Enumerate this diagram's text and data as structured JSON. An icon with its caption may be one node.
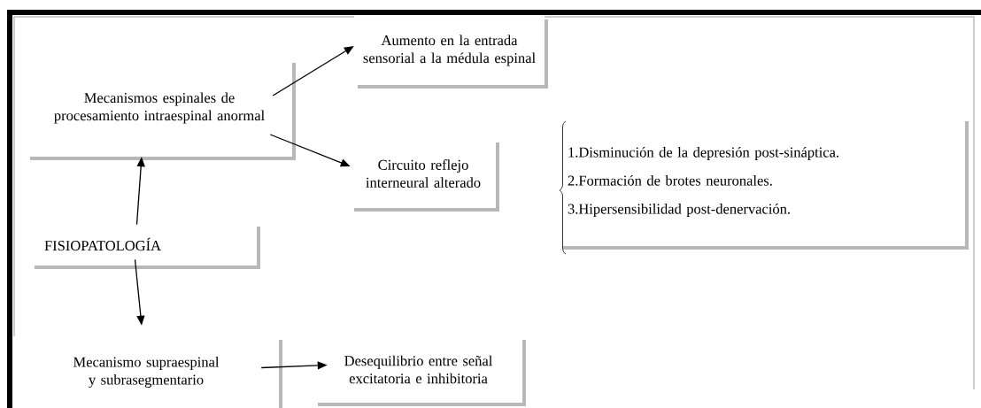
{
  "diagram": {
    "nodes": [
      {
        "text": [
          "Mecanismos espinales de procesamiento intraespinal anormal"
        ]
      },
      {
        "text": [
          "Aumento en la entrada sensorial a la médula espinal"
        ]
      },
      {
        "text": [
          "Circuito reflejo interneural alterado"
        ]
      },
      {
        "text": [
          "1.Disminución de la depresión post-sináptica.",
          "2.Formación de brotes neuronales.",
          "3.Hipersensibilidad post-denervación."
        ]
      },
      {
        "text": [
          "FISIOPATOLOGÍA"
        ]
      },
      {
        "text": [
          "Mecanismo supraespinal y subrasegmentario"
        ]
      },
      {
        "text": [
          "Desequilibrio entre señal excitatoria e inhibitoria"
        ]
      }
    ],
    "edges": [
      {
        "from": 0,
        "to": 1,
        "arrow": "to"
      },
      {
        "from": 0,
        "to": 2,
        "arrow": "to"
      },
      {
        "from": 4,
        "to": 0,
        "arrow": "to"
      },
      {
        "from": 4,
        "to": 5,
        "arrow": "to"
      },
      {
        "from": 5,
        "to": 6,
        "arrow": "to"
      }
    ]
  }
}
